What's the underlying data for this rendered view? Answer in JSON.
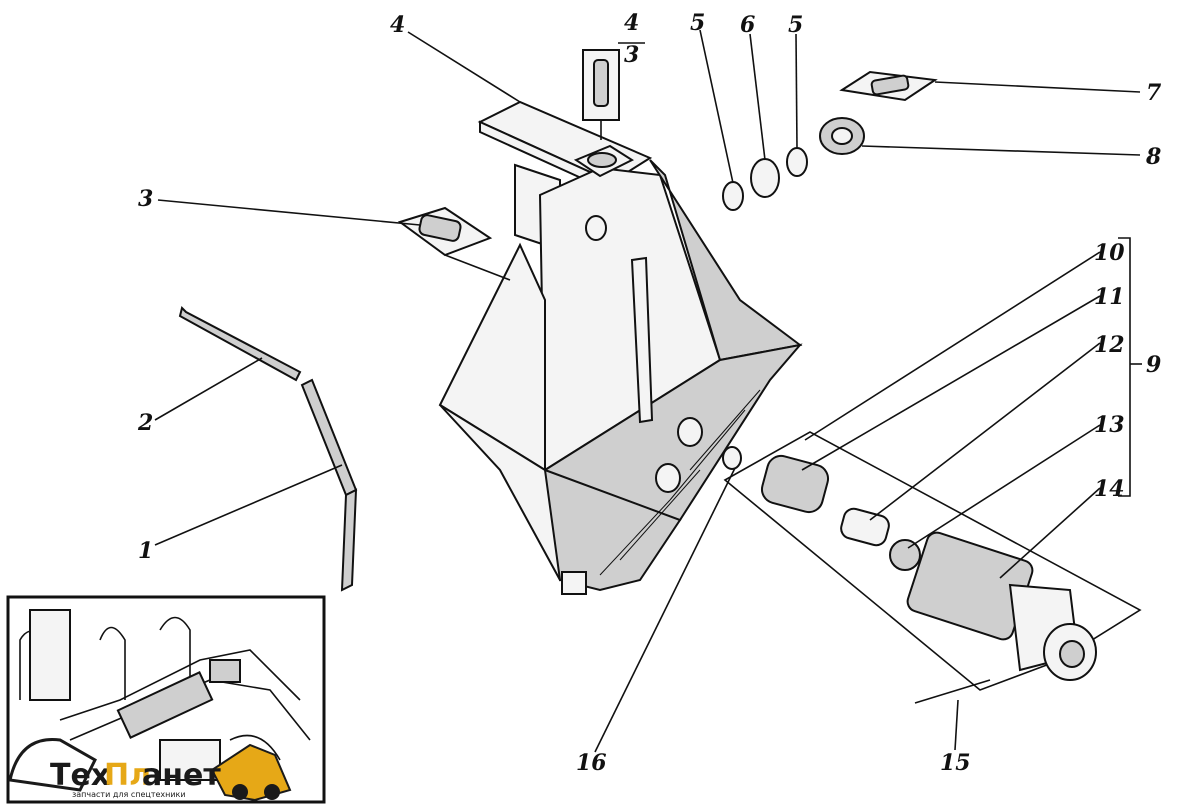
{
  "callouts": {
    "c1": "1",
    "c2": "2",
    "c3": "3",
    "c4": "4",
    "c4_3_top": "4",
    "c4_3_bottom": "3",
    "c5a": "5",
    "c6": "6",
    "c5b": "5",
    "c7": "7",
    "c8": "8",
    "c9": "9",
    "c10": "10",
    "c11": "11",
    "c12": "12",
    "c13": "13",
    "c14": "14",
    "c15": "15",
    "c16": "16"
  },
  "watermark": {
    "brand_part1": "Тех",
    "brand_part2": "Пл",
    "brand_part3": "анет",
    "tagline": "запчасти для спецтехники",
    "brand_color_dark": "#1a1a1a",
    "brand_color_accent": "#e6a817"
  },
  "icons": {
    "inset": "hydraulic-system-overview-icon",
    "logo": "excavator-logo-icon"
  }
}
